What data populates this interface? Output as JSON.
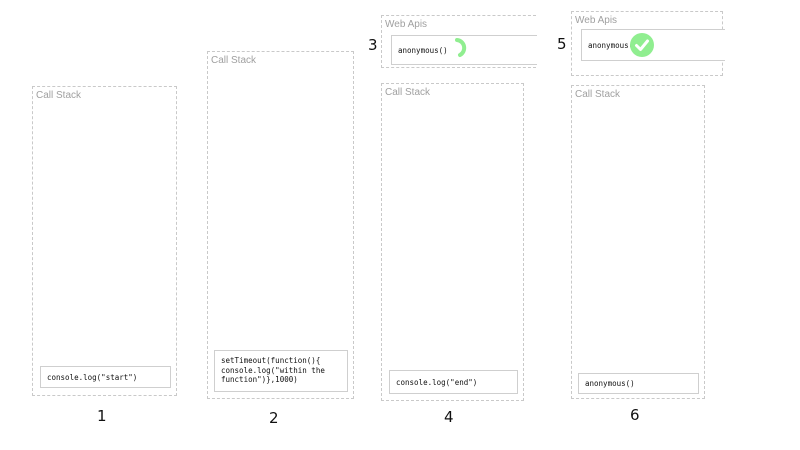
{
  "labels": {
    "call_stack": "Call Stack",
    "web_apis": "Web Apis"
  },
  "steps": {
    "s1": {
      "number": "1",
      "call_stack_frame": "console.log(\"start\")"
    },
    "s2": {
      "number": "2",
      "call_stack_frame": "setTimeout(function(){\nconsole.log(\"within the\nfunction\")},1000)"
    },
    "s3": {
      "number": "3",
      "web_api_entry": "anonymous()",
      "status_icon": "spinner-icon",
      "status_color": "#90ee90"
    },
    "s4": {
      "number": "4",
      "call_stack_frame": "console.log(\"end\")"
    },
    "s5": {
      "number": "5",
      "web_api_entry": "anonymous()",
      "status_icon": "check-icon",
      "status_color": "#90ee90"
    },
    "s6": {
      "number": "6",
      "call_stack_frame": "anonymous()"
    }
  },
  "colors": {
    "dashed_border": "#c9c9c9",
    "label_text": "#a0a0a0",
    "frame_border": "#cfcfcf",
    "accent_green": "#90ee90"
  }
}
